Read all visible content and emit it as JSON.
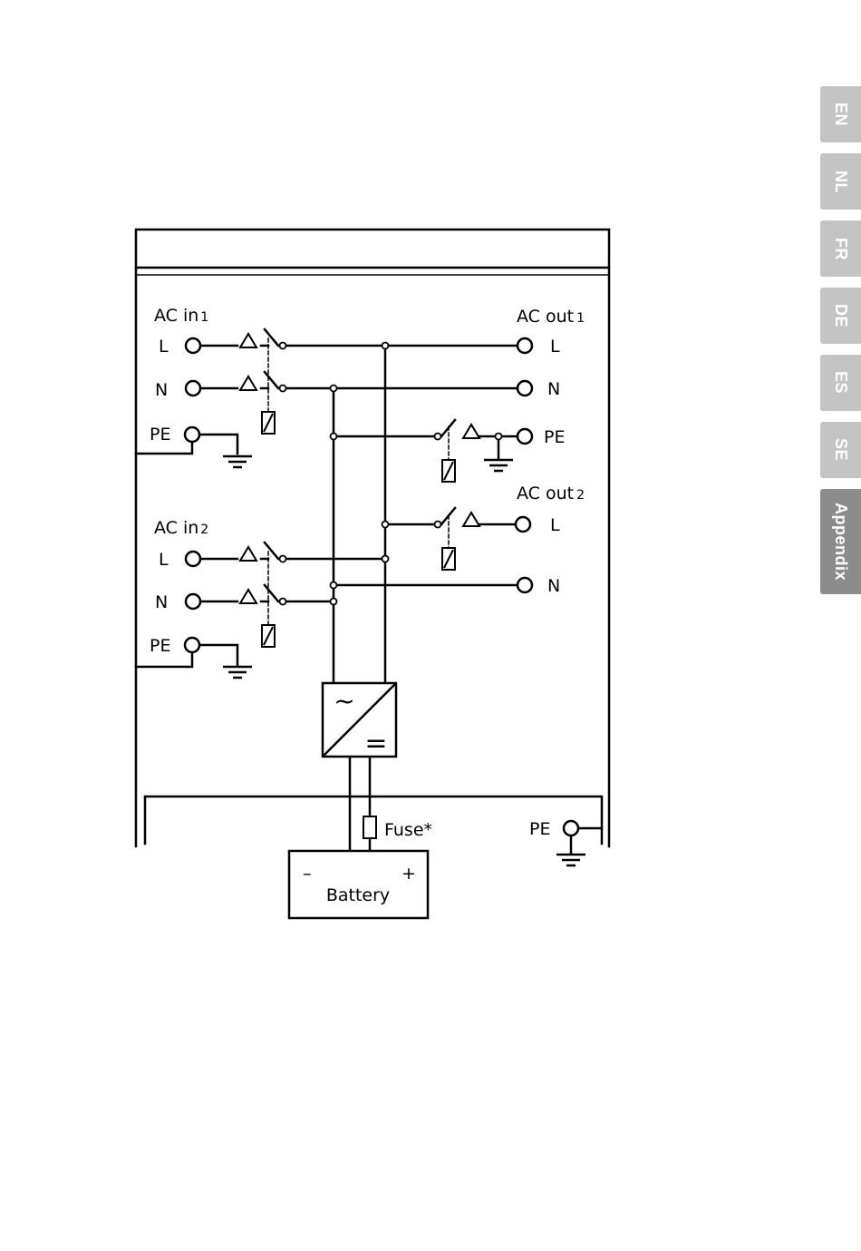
{
  "tabs": [
    {
      "label": "EN",
      "active": false
    },
    {
      "label": "NL",
      "active": false
    },
    {
      "label": "FR",
      "active": false
    },
    {
      "label": "DE",
      "active": false
    },
    {
      "label": "ES",
      "active": false
    },
    {
      "label": "SE",
      "active": false
    },
    {
      "label": "Appendix",
      "active": true
    }
  ],
  "diagram": {
    "ac_in1": {
      "title": "AC in",
      "num": "1",
      "l": "L",
      "n": "N",
      "pe": "PE"
    },
    "ac_in2": {
      "title": "AC in",
      "num": "2",
      "l": "L",
      "n": "N",
      "pe": "PE"
    },
    "ac_out1": {
      "title": "AC out",
      "num": "1",
      "l": "L",
      "n": "N",
      "pe": "PE"
    },
    "ac_out2": {
      "title": "AC out",
      "num": "2",
      "l": "L",
      "n": "N"
    },
    "converter": {
      "ac_symbol": "~",
      "dc_symbol": "="
    },
    "fuse": {
      "label": "Fuse*"
    },
    "battery": {
      "label": "Battery",
      "minus": "–",
      "plus": "+"
    },
    "chassis_pe": {
      "label": "PE"
    }
  }
}
